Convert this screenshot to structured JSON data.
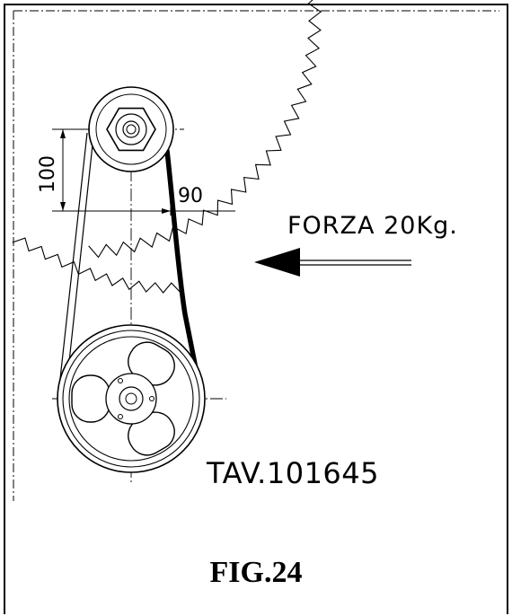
{
  "dimensions": {
    "vertical": "100",
    "horizontal": "90"
  },
  "force_label": "FORZA 20Kg.",
  "drawing_ref": "TAV.101645",
  "caption": "FIG.24"
}
